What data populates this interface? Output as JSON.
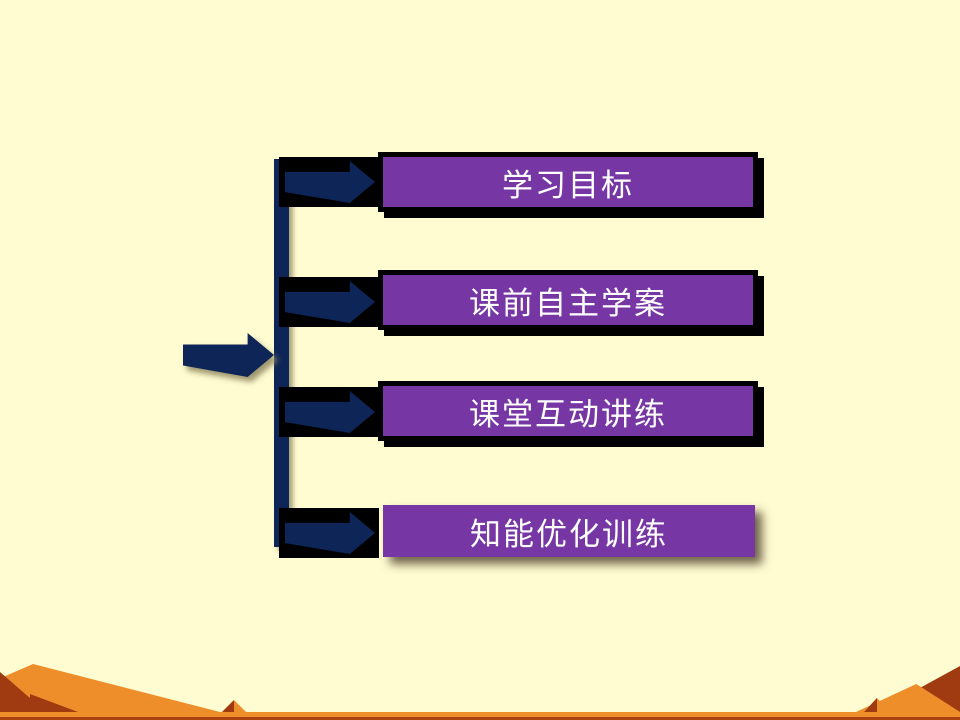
{
  "diagram": {
    "items": [
      {
        "label": "学习目标"
      },
      {
        "label": "课前自主学案"
      },
      {
        "label": "课堂互动讲练"
      },
      {
        "label": "知能优化训练"
      }
    ]
  },
  "colors": {
    "background": "#FFFCD1",
    "box_fill": "#7636A3",
    "box_border": "#000000",
    "arrow_navy": "#0E2557",
    "box_text": "#FFFFFF",
    "decor_orange": "#EE8E2B",
    "decor_maroon": "#A03A10"
  }
}
